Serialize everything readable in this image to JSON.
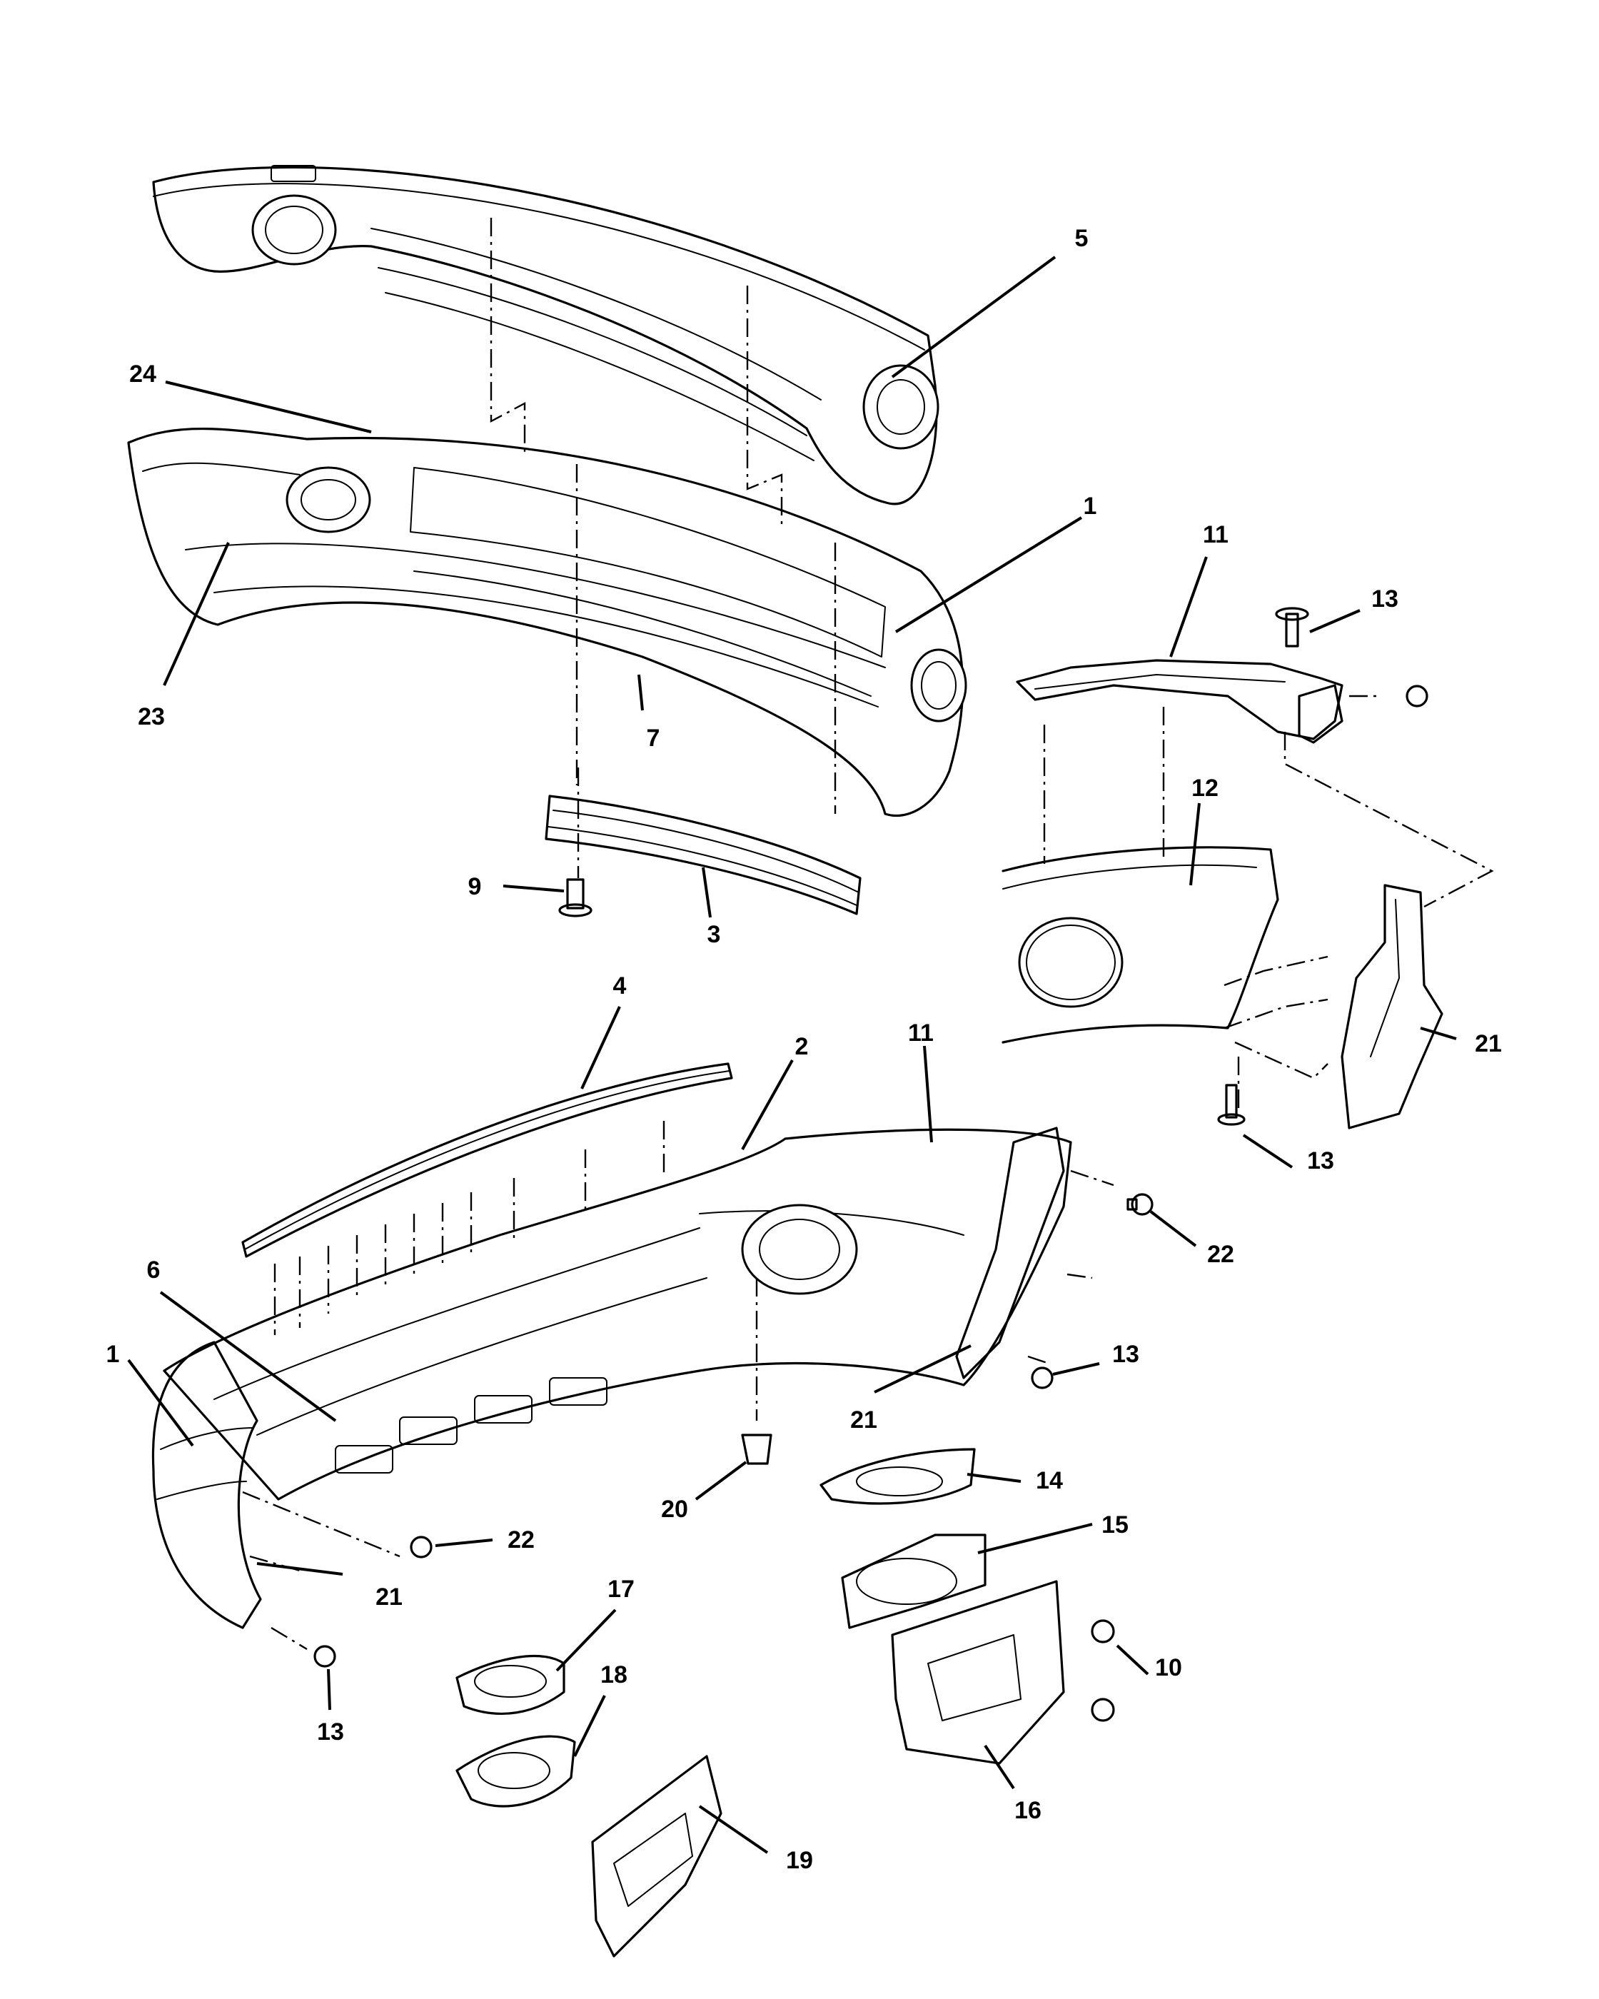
{
  "diagram": {
    "callouts": [
      {
        "id": "c5",
        "label": "5"
      },
      {
        "id": "c24",
        "label": "24"
      },
      {
        "id": "c1a",
        "label": "1"
      },
      {
        "id": "c11a",
        "label": "11"
      },
      {
        "id": "c13a",
        "label": "13"
      },
      {
        "id": "c23",
        "label": "23"
      },
      {
        "id": "c7",
        "label": "7"
      },
      {
        "id": "c12",
        "label": "12"
      },
      {
        "id": "c9",
        "label": "9"
      },
      {
        "id": "c3",
        "label": "3"
      },
      {
        "id": "c4",
        "label": "4"
      },
      {
        "id": "c2",
        "label": "2"
      },
      {
        "id": "c11b",
        "label": "11"
      },
      {
        "id": "c21a",
        "label": "21"
      },
      {
        "id": "c13b",
        "label": "13"
      },
      {
        "id": "c22a",
        "label": "22"
      },
      {
        "id": "c6",
        "label": "6"
      },
      {
        "id": "c1b",
        "label": "1"
      },
      {
        "id": "c13c",
        "label": "13"
      },
      {
        "id": "c21b",
        "label": "21"
      },
      {
        "id": "c20",
        "label": "20"
      },
      {
        "id": "c14",
        "label": "14"
      },
      {
        "id": "c15",
        "label": "15"
      },
      {
        "id": "c22b",
        "label": "22"
      },
      {
        "id": "c21c",
        "label": "21"
      },
      {
        "id": "c17",
        "label": "17"
      },
      {
        "id": "c10",
        "label": "10"
      },
      {
        "id": "c18",
        "label": "18"
      },
      {
        "id": "c13d",
        "label": "13"
      },
      {
        "id": "c16",
        "label": "16"
      },
      {
        "id": "c19",
        "label": "19"
      }
    ]
  }
}
